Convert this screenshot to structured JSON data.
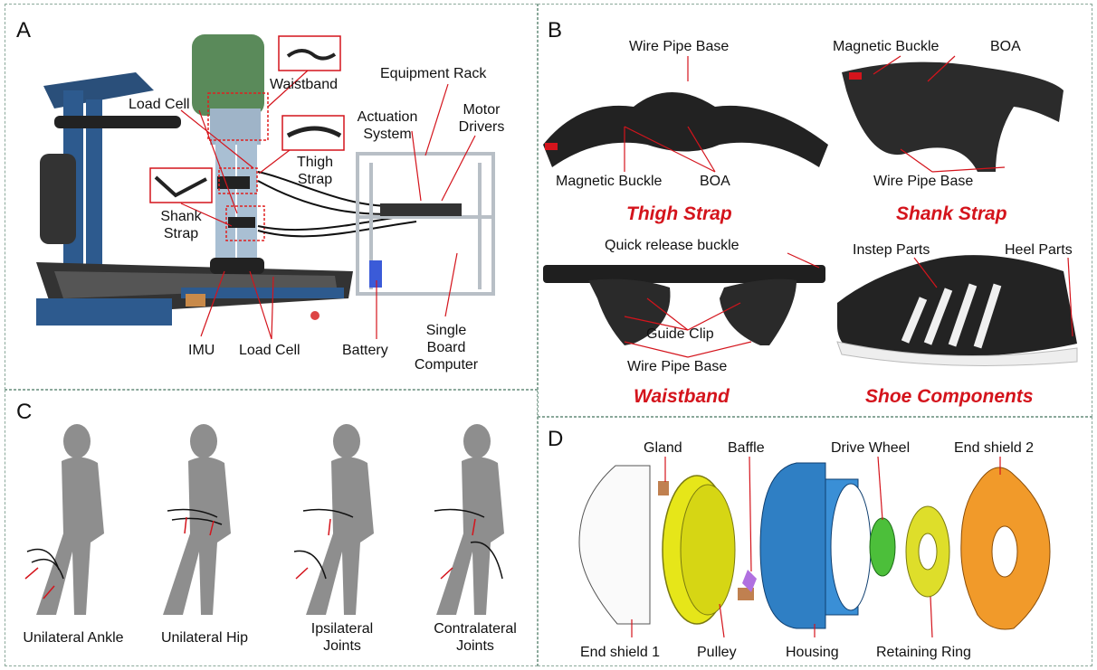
{
  "panels": {
    "a": {
      "letter": "A",
      "labels": {
        "waistband": "Waistband",
        "load_cell_top": "Load Cell",
        "equipment_rack": "Equipment Rack",
        "actuation_1": "Actuation",
        "actuation_2": "System",
        "motor_1": "Motor",
        "motor_2": "Drivers",
        "thigh_1": "Thigh",
        "thigh_2": "Strap",
        "shank_1": "Shank",
        "shank_2": "Strap",
        "imu": "IMU",
        "load_cell_bottom": "Load Cell",
        "battery": "Battery",
        "sbc_1": "Single",
        "sbc_2": "Board",
        "sbc_3": "Computer"
      }
    },
    "b": {
      "letter": "B",
      "thigh": {
        "wire_pipe_base": "Wire Pipe Base",
        "magnetic_buckle": "Magnetic Buckle",
        "boa": "BOA",
        "title": "Thigh Strap"
      },
      "shank": {
        "magnetic_buckle": "Magnetic Buckle",
        "boa": "BOA",
        "wire_pipe_base": "Wire Pipe Base",
        "title": "Shank Strap"
      },
      "waistband": {
        "quick_release": "Quick release buckle",
        "guide_clip": "Guide Clip",
        "wire_pipe_base": "Wire Pipe Base",
        "title": "Waistband"
      },
      "shoe": {
        "instep": "Instep Parts",
        "heel": "Heel Parts",
        "title": "Shoe Components"
      }
    },
    "c": {
      "letter": "C",
      "captions": [
        {
          "line1": "Unilateral Ankle",
          "line2": ""
        },
        {
          "line1": "Unilateral Hip",
          "line2": ""
        },
        {
          "line1": "Ipsilateral",
          "line2": "Joints"
        },
        {
          "line1": "Contralateral",
          "line2": "Joints"
        }
      ]
    },
    "d": {
      "letter": "D",
      "labels": {
        "gland": "Gland",
        "baffle": "Baffle",
        "drive_wheel": "Drive Wheel",
        "end_shield_2": "End shield 2",
        "end_shield_1": "End shield 1",
        "pulley": "Pulley",
        "housing": "Housing",
        "retaining_ring": "Retaining Ring"
      }
    }
  },
  "colors": {
    "accent_red": "#d4141c",
    "border": "#8aa89a",
    "yellow": "#e6e619",
    "blue": "#2f7fc4",
    "green": "#4cbf3a",
    "orange": "#f19a2a",
    "gray_figure": "#8a8a8a"
  }
}
